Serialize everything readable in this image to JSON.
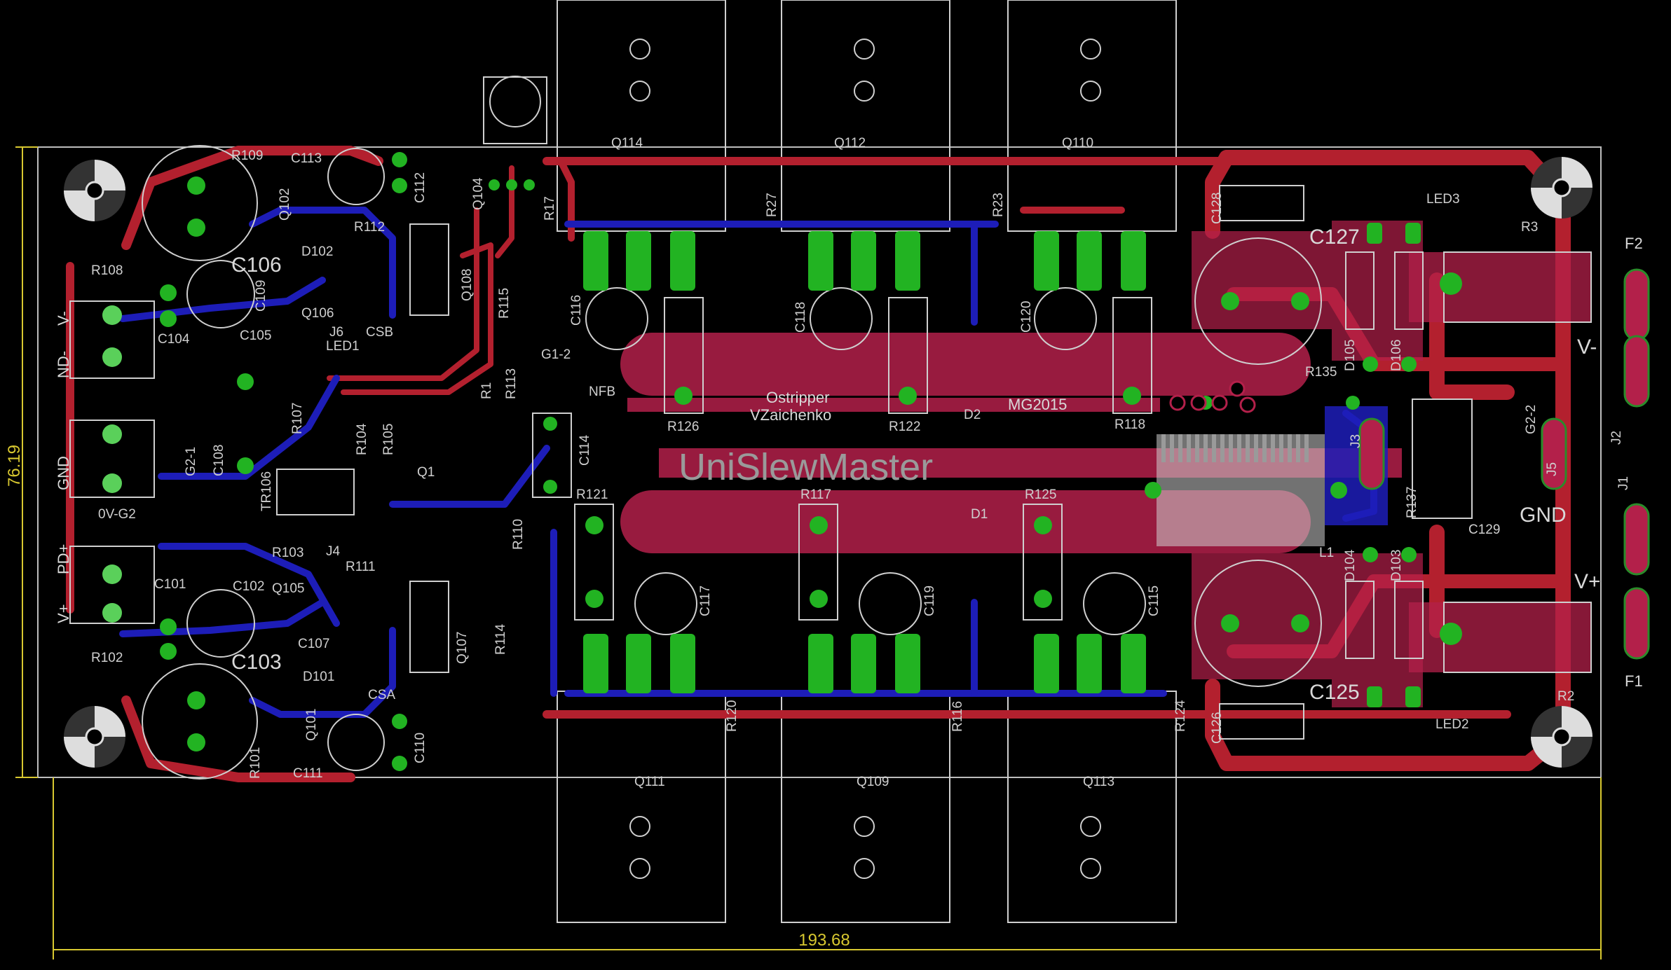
{
  "board": {
    "title": "UniSlewMaster",
    "author_line1": "Ostripper",
    "author_line2": "VZaichenko",
    "revision": "MG2015",
    "width_dim": "193.68",
    "height_dim": "76.19"
  },
  "colors": {
    "background": "#000000",
    "top_copper": "#b3202e",
    "bottom_copper": "#1d1db8",
    "pads": "#22b322",
    "silkscreen": "#cfcfcf",
    "dimension": "#d8c830"
  },
  "connectors": {
    "nd": "ND-",
    "v_minus_left": "V-",
    "gnd_left": "GND",
    "pd": "PD+",
    "v_plus_left": "V+",
    "ov_g2": "0V-G2",
    "v_minus_right": "V-",
    "gnd_right": "GND",
    "v_plus_right": "V+",
    "f1": "F1",
    "f2": "F2",
    "j1": "J1",
    "j2": "J2",
    "j5": "J5",
    "j3": "J3",
    "nfb": "NFB",
    "g1_2": "G1-2",
    "g2_1": "G2-1",
    "g2_2": "G2-2"
  },
  "transistors_top": [
    "Q114",
    "Q112",
    "Q110"
  ],
  "transistors_bottom": [
    "Q111",
    "Q109",
    "Q113"
  ],
  "big_labels": {
    "c106": "C106",
    "c103": "C103",
    "c127": "C127",
    "c125": "C125"
  },
  "small_labels": [
    "R109",
    "C113",
    "Q102",
    "R108",
    "D102",
    "R112",
    "C112",
    "Q104",
    "R17",
    "C109",
    "Q106",
    "C104",
    "C105",
    "J6",
    "LED1",
    "CSB",
    "Q108",
    "R115",
    "C116",
    "R27",
    "C118",
    "R23",
    "C120",
    "C128",
    "LED3",
    "R3",
    "R1",
    "R113",
    "C108",
    "R107",
    "R104",
    "R105",
    "Q1",
    "TR106",
    "R103",
    "J4",
    "R111",
    "R110",
    "C114",
    "R126",
    "R122",
    "D2",
    "R118",
    "R135",
    "D105",
    "D106",
    "R121",
    "R117",
    "R125",
    "D1",
    "C101",
    "C102",
    "Q105",
    "C107",
    "D101",
    "CSA",
    "Q107",
    "R114",
    "C117",
    "C119",
    "C115",
    "R102",
    "R101",
    "Q101",
    "C111",
    "C110",
    "R120",
    "R116",
    "R124",
    "C126",
    "LED2",
    "R2",
    "D104",
    "D103",
    "R137",
    "C129",
    "L1"
  ]
}
